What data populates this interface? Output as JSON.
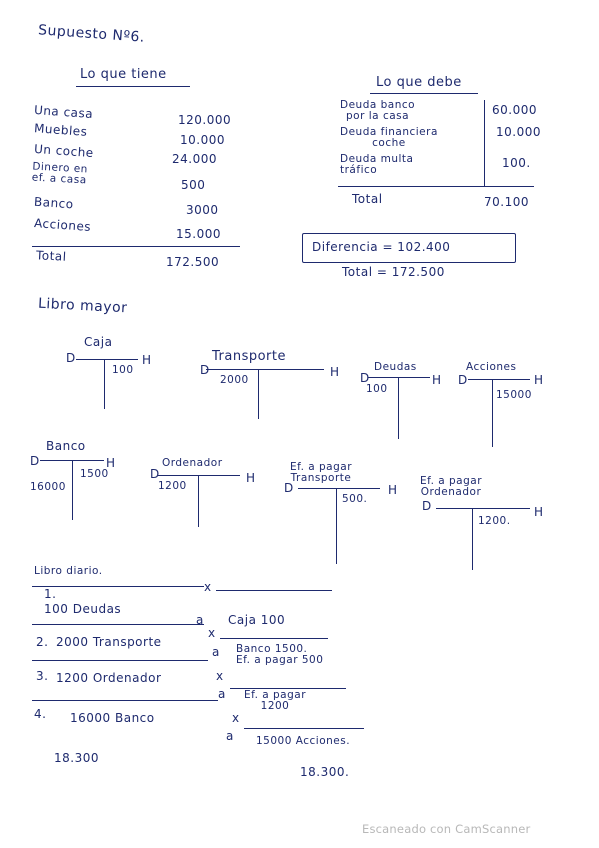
{
  "title": "Supuesto Nº6.",
  "tiene": {
    "heading": "Lo que tiene",
    "items": [
      {
        "label": "Una casa",
        "value": "120.000"
      },
      {
        "label": "Muebles",
        "value": "10.000"
      },
      {
        "label": "Un coche",
        "value": "24.000"
      },
      {
        "label": "Dinero en\nef. a casa",
        "value": "500"
      },
      {
        "label": "Banco",
        "value": "3000"
      },
      {
        "label": "Acciones",
        "value": "15.000"
      }
    ],
    "total_label": "Total",
    "total_value": "172.500"
  },
  "debe": {
    "heading": "Lo que debe",
    "items": [
      {
        "label": "Deuda banco\npor la casa",
        "value": "60.000"
      },
      {
        "label": "Deuda financiera\ncoche",
        "value": "10.000"
      },
      {
        "label": "Deuda multa\ntráfico",
        "value": "100."
      }
    ],
    "total_label": "Total",
    "total_value": "70.100",
    "diferencia": "Diferencia = 102.400",
    "total_line": "Total = 172.500"
  },
  "mayor": {
    "heading": "Libro mayor",
    "accounts": [
      {
        "name": "Caja",
        "debit": "",
        "credit": "100"
      },
      {
        "name": "Transporte",
        "debit": "2000",
        "credit": ""
      },
      {
        "name": "Deudas",
        "debit": "100",
        "credit": ""
      },
      {
        "name": "Acciones",
        "debit": "",
        "credit": "15000"
      },
      {
        "name": "Banco",
        "debit": "16000",
        "credit": "1500"
      },
      {
        "name": "Ordenador",
        "debit": "1200",
        "credit": ""
      },
      {
        "name": "Ef. a pagar\nTransporte",
        "debit": "",
        "credit": "500."
      },
      {
        "name": "Ef. a pagar\nOrdenador",
        "debit": "",
        "credit": "1200."
      }
    ],
    "d": "D",
    "h": "H"
  },
  "diario": {
    "heading": "Libro diario.",
    "x": "x",
    "entries": [
      {
        "num": "1.",
        "debit": "100 Deudas",
        "a": "a",
        "credit": "Caja 100"
      },
      {
        "num": "2.",
        "debit": "2000 Transporte",
        "a": "a",
        "credit": "Banco 1500.\nEf. a pagar 500"
      },
      {
        "num": "3.",
        "debit": "1200 Ordenador",
        "a": "a",
        "credit": "Ef. a pagar\n1200"
      },
      {
        "num": "4.",
        "debit": "16000 Banco",
        "a": "a",
        "credit": "15000 Acciones."
      }
    ],
    "sum_left": "18.300",
    "sum_right": "18.300."
  },
  "footer": "Escaneado con CamScanner"
}
